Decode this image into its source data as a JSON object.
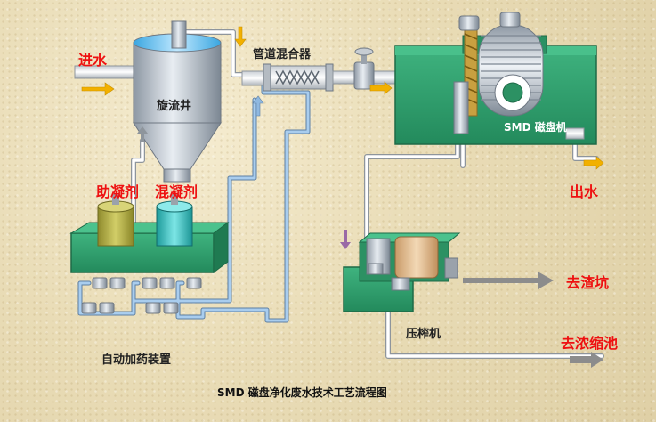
{
  "labels": {
    "water_in": "进水",
    "cyclone_well": "旋流井",
    "pipe_mixer": "管道混合器",
    "smd_machine": "SMD 磁盘机",
    "water_out": "出水",
    "coagulant_aid": "助凝剂",
    "coagulant": "混凝剂",
    "auto_dosing": "自动加药装置",
    "press_machine": "压榨机",
    "to_slag_pit": "去渣坑",
    "to_concentration_tank": "去浓缩池",
    "caption": "SMD 磁盘净化废水技术工艺流程图"
  },
  "colors": {
    "equipment_green": "#2e9a6a",
    "equipment_dark_green": "#1e7a52",
    "pipe_blue": "#8fb8e0",
    "label_red": "#e11",
    "arrow_orange": "#f2b000",
    "arrow_gray": "#8c8c8c",
    "tank_olive": "#b5b24a",
    "tank_cyan": "#35c4c4"
  }
}
